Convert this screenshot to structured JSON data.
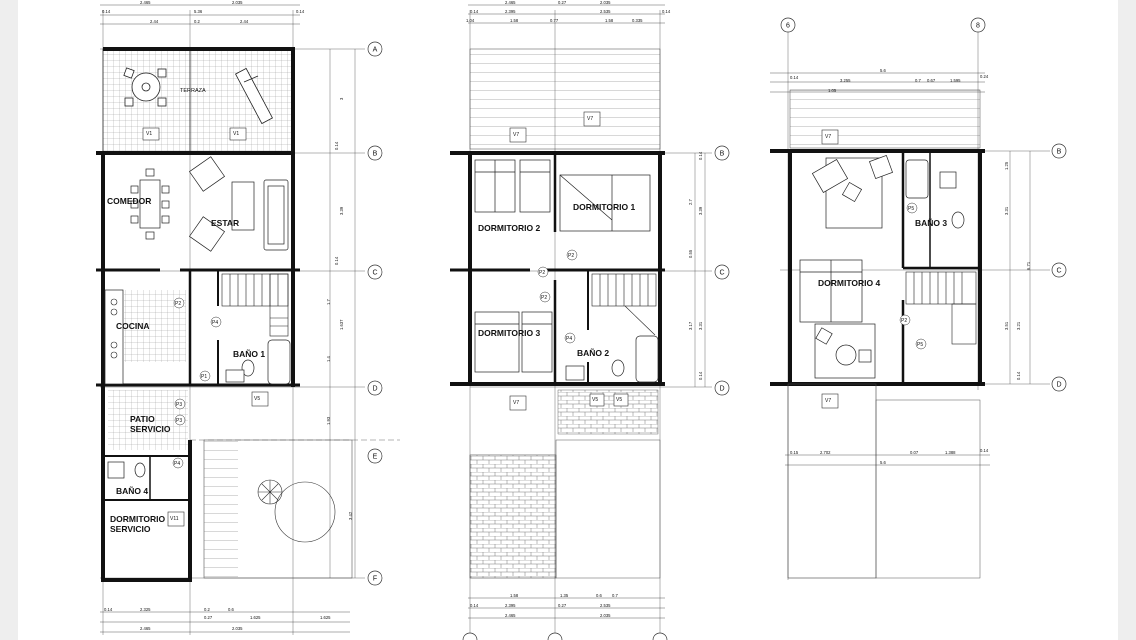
{
  "colors": {
    "wall": "#111111",
    "line": "#333333",
    "hatch": "#9a9a9a",
    "paper": "#ffffff",
    "margin": "#eeeeee"
  },
  "plans": {
    "ground": {
      "rooms": {
        "terraza": "TERRAZA",
        "comedor": "COMEDOR",
        "estar": "ESTAR",
        "cocina": "COCINA",
        "bano1": "BAÑO 1",
        "patio_servicio": "PATIO\nSERVICIO",
        "bano4": "BAÑO 4",
        "dormitorio_servicio": "DORMITORIO\nSERVICIO"
      },
      "grid_axes": [
        "A",
        "B",
        "C",
        "D",
        "E",
        "F"
      ],
      "windows": [
        "V1",
        "V1",
        "V5",
        "V11"
      ],
      "doors": [
        "P2",
        "P4",
        "P1",
        "P3",
        "P3",
        "P4"
      ],
      "top_dims": [
        "2.465",
        "2.035",
        "0.14",
        "5.36",
        "0.14",
        "2.44",
        "2.44",
        "0.2"
      ],
      "bottom_dims": [
        "0.14",
        "2.325",
        "0.2",
        "0.27",
        "1.625",
        "0.6",
        "2.465",
        "2.035",
        "1.625"
      ],
      "side_dims": [
        "3",
        "3.39",
        "0.14",
        "1.7",
        "1.4",
        "1.93",
        "3.42",
        "1.637",
        "0.14"
      ]
    },
    "first": {
      "rooms": {
        "dormitorio1": "DORMITORIO 1",
        "dormitorio2": "DORMITORIO 2",
        "dormitorio3": "DORMITORIO 3",
        "bano2": "BAÑO 2"
      },
      "grid_axes": [
        "B",
        "C",
        "D"
      ],
      "windows": [
        "V7",
        "V7",
        "V7",
        "V5",
        "V5"
      ],
      "doors": [
        "P2",
        "P2",
        "P2",
        "P4"
      ],
      "top_dims": [
        "2.465",
        "0.27",
        "2.035",
        "0.14",
        "2.395",
        "2.535",
        "0.14",
        "1.04",
        "1.58",
        "0.77",
        "1.58",
        "0.335"
      ],
      "bottom_dims": [
        "1.58",
        "1.35",
        "0.6",
        "0.7",
        "0.14",
        "2.395",
        "0.27",
        "2.535",
        "2.465",
        "2.035"
      ],
      "side_dims": [
        "2.7",
        "3.39",
        "0.55",
        "3.17",
        "3.31",
        "0.14",
        "0.14"
      ]
    },
    "second": {
      "rooms": {
        "dormitorio4": "DORMITORIO 4",
        "bano3": "BAÑO 3"
      },
      "grid_axes": [
        "6",
        "8",
        "B",
        "C",
        "D"
      ],
      "windows": [
        "V7",
        "V7"
      ],
      "doors": [
        "P5",
        "P2",
        "P5"
      ],
      "top_dims": [
        "5.6",
        "0.14",
        "3.255",
        "0.7",
        "0.67",
        "1.595",
        "0.24",
        "1.05"
      ],
      "bottom_dims": [
        "0.15",
        "2.702",
        "0.07",
        "1.388",
        "0.14",
        "5.6"
      ],
      "side_dims": [
        "1.25",
        "3.31",
        "3.51",
        "3.21",
        "6.71",
        "0.14"
      ]
    }
  }
}
